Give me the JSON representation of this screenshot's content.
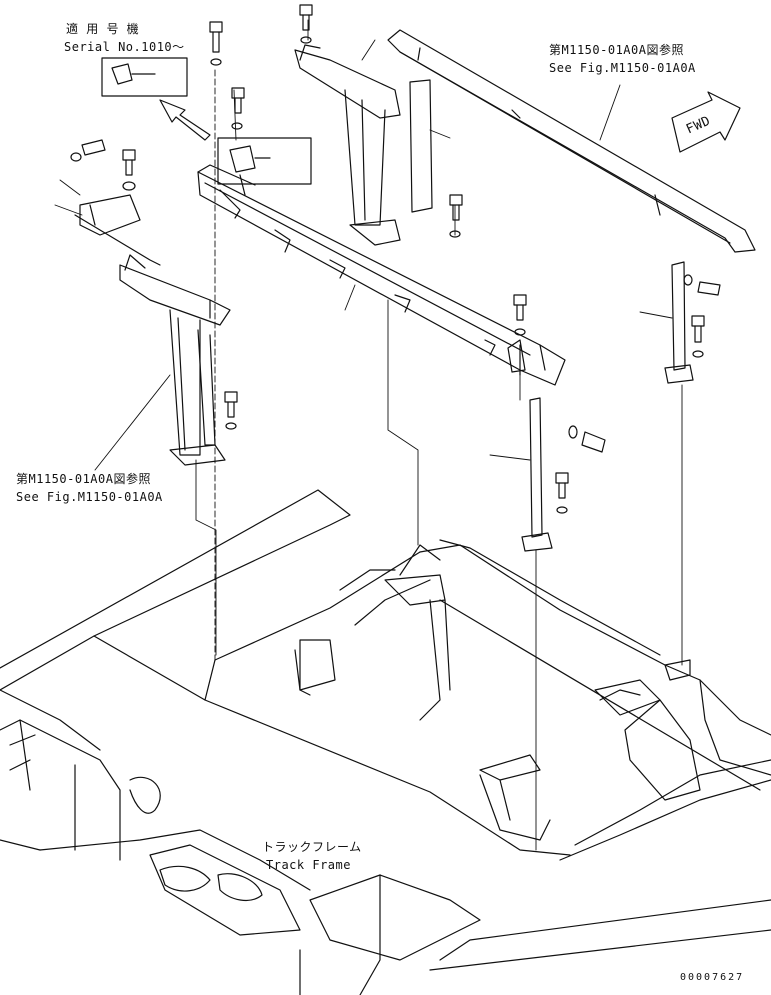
{
  "labels": {
    "serial_jp": "適 用 号 機",
    "serial_en": "Serial No.1010～",
    "ref_top_jp": "第M1150-01A0A図参照",
    "ref_top_en": "See Fig.M1150-01A0A",
    "ref_left_jp": "第M1150-01A0A図参照",
    "ref_left_en": "See Fig.M1150-01A0A",
    "fwd": "FWD",
    "track_jp": "トラックフレーム",
    "track_en": "Track Frame",
    "drawing_no": "00007627"
  },
  "colors": {
    "line": "#111111",
    "background": "#ffffff"
  },
  "icons": {
    "fwd_arrow": "fwd-arrow-icon",
    "pointer_arrow": "hollow-arrow-icon"
  }
}
